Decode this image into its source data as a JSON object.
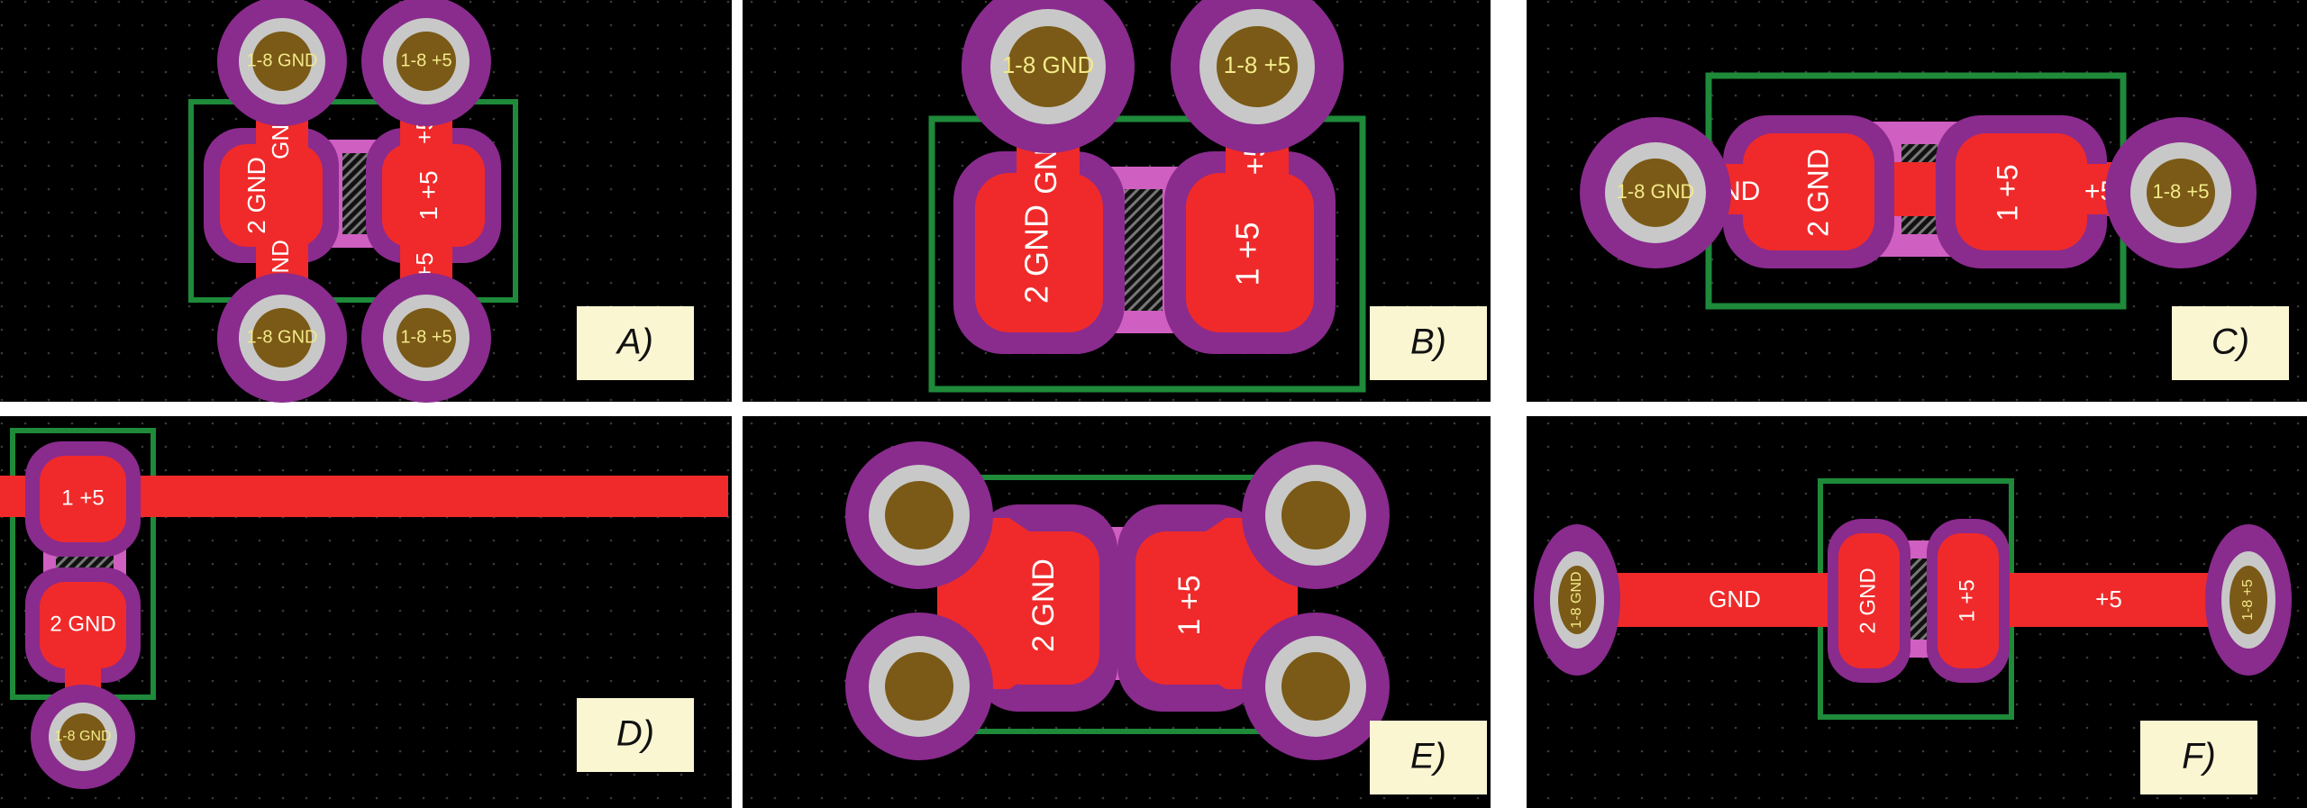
{
  "panels": [
    {
      "tag": "A)",
      "via": "1-8 GND",
      "via2": "1-8 +5",
      "pad_gnd": "2 GND",
      "pad_p5": "1 +5",
      "trace_gnd": "GND",
      "trace_p5": "+5"
    },
    {
      "tag": "B)",
      "via": "1-8 GND",
      "via2": "1-8 +5",
      "pad_gnd": "2 GND",
      "pad_p5": "1 +5",
      "trace_gnd": "GND",
      "trace_p5": "+5"
    },
    {
      "tag": "C)",
      "via": "1-8 GND",
      "via2": "1-8 +5",
      "pad_gnd": "2 GND",
      "pad_p5": "1 +5",
      "trace_gnd": "GND",
      "trace_p5": "+5"
    },
    {
      "tag": "D)",
      "via": "1-8 GND",
      "pad_gnd": "2 GND",
      "pad_p5": "1 +5"
    },
    {
      "tag": "E)",
      "pad_gnd": "2 GND",
      "pad_p5": "1 +5"
    },
    {
      "tag": "F)",
      "via": "1-8 GND",
      "via2": "1-8 +5",
      "pad_gnd": "2 GND",
      "pad_p5": "1 +5",
      "trace_gnd": "GND",
      "trace_p5": "+5"
    }
  ],
  "colors": {
    "board": "#000000",
    "copper": "#f02a2a",
    "mask": "#8a2b8e",
    "mask_light": "#cf5fc0",
    "silk": "#1e8a3a",
    "via_ring": "#c8c8c8",
    "via_drill": "#7a5a16",
    "tag_bg": "#fbf6d2"
  }
}
